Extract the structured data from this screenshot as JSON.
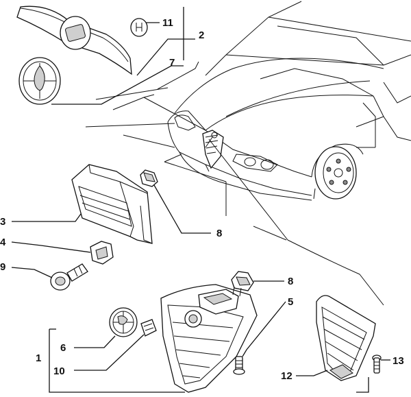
{
  "callouts": [
    {
      "id": "c1",
      "label": "1"
    },
    {
      "id": "c2",
      "label": "2"
    },
    {
      "id": "c3",
      "label": "3"
    },
    {
      "id": "c4",
      "label": "4"
    },
    {
      "id": "c5",
      "label": "5"
    },
    {
      "id": "c6",
      "label": "6"
    },
    {
      "id": "c7",
      "label": "7"
    },
    {
      "id": "c8a",
      "label": "8"
    },
    {
      "id": "c8b",
      "label": "8"
    },
    {
      "id": "c9",
      "label": "9"
    },
    {
      "id": "c10",
      "label": "10"
    },
    {
      "id": "c11",
      "label": "11"
    },
    {
      "id": "c12",
      "label": "12"
    },
    {
      "id": "c13",
      "label": "13"
    }
  ],
  "colors": {
    "line": "#111111",
    "background": "#ffffff",
    "shade": "#cfcfcf"
  }
}
